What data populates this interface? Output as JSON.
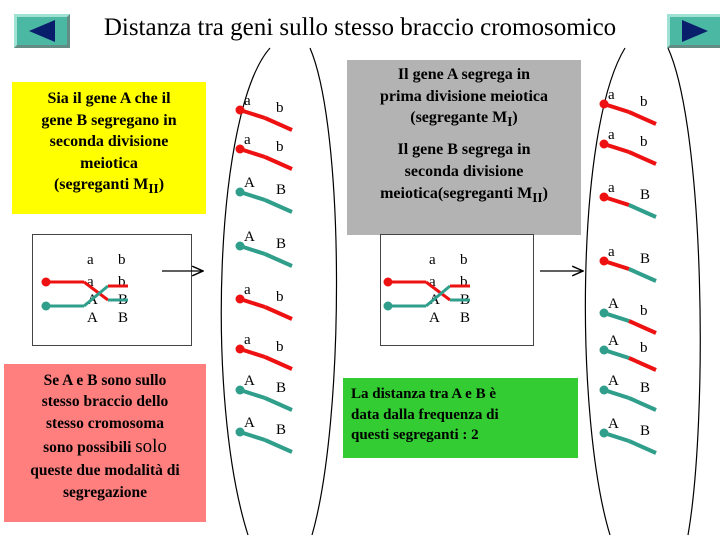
{
  "title": "Distanza tra geni sullo stesso braccio cromosomico",
  "nav": {
    "prev_icon": "left-arrow-icon",
    "next_icon": "right-arrow-icon"
  },
  "boxes": {
    "yellow": {
      "lines": [
        "Sia il gene A che il",
        "gene B segregano in",
        "seconda divisione",
        "meiotica"
      ],
      "last_prefix": "(segreganti M",
      "last_sub": "II",
      "last_suffix": ")"
    },
    "grey_top": {
      "lines": [
        "Il gene A segrega in",
        "prima divisione meiotica"
      ],
      "last_prefix": "(segregante M",
      "last_sub": "I",
      "last_suffix": ")"
    },
    "grey_bottom": {
      "lines": [
        "Il gene B segrega in",
        "seconda divisione"
      ],
      "last_prefix": "meiotica(segreganti M",
      "last_sub": "II",
      "last_suffix": ")"
    },
    "green": {
      "lines": [
        "La distanza tra A e B è",
        "data dalla frequenza di",
        "questi segreganti : 2"
      ]
    },
    "pink": {
      "lines": [
        "Se A e B sono sullo",
        "stesso braccio dello",
        "stesso cromosoma"
      ],
      "line4_prefix": "sono possibili ",
      "line4_emph": "solo",
      "lines_end": [
        "queste due modalità di",
        "segregazione"
      ]
    }
  },
  "diagram_left": {
    "col1": [
      "a",
      "a",
      "A",
      "A"
    ],
    "col2": [
      "b",
      "b",
      "B",
      "B"
    ]
  },
  "diagram_mid": {
    "col1": [
      "a",
      "a",
      "A",
      "A"
    ],
    "col2": [
      "b",
      "b",
      "B",
      "B"
    ]
  },
  "ascus_left": [
    {
      "g1": "a",
      "g2": "b"
    },
    {
      "g1": "a",
      "g2": "b"
    },
    {
      "g1": "A",
      "g2": "B"
    },
    {
      "g1": "A",
      "g2": "B"
    },
    {
      "g1": "a",
      "g2": "b"
    },
    {
      "g1": "a",
      "g2": "b"
    },
    {
      "g1": "A",
      "g2": "B"
    },
    {
      "g1": "A",
      "g2": "B"
    }
  ],
  "ascus_right": [
    {
      "g1": "a",
      "g2": "b"
    },
    {
      "g1": "a",
      "g2": "b"
    },
    {
      "g1": "a",
      "g2": "B"
    },
    {
      "g1": "a",
      "g2": "B"
    },
    {
      "g1": "A",
      "g2": "b"
    },
    {
      "g1": "A",
      "g2": "b"
    },
    {
      "g1": "A",
      "g2": "B"
    },
    {
      "g1": "A",
      "g2": "B"
    }
  ],
  "colors": {
    "red": "#ee1111",
    "teal": "#2f9e8b",
    "yellow": "#ffff00",
    "grey": "#b3b3b3",
    "green": "#33cc33",
    "pink": "#ff7f7f"
  }
}
